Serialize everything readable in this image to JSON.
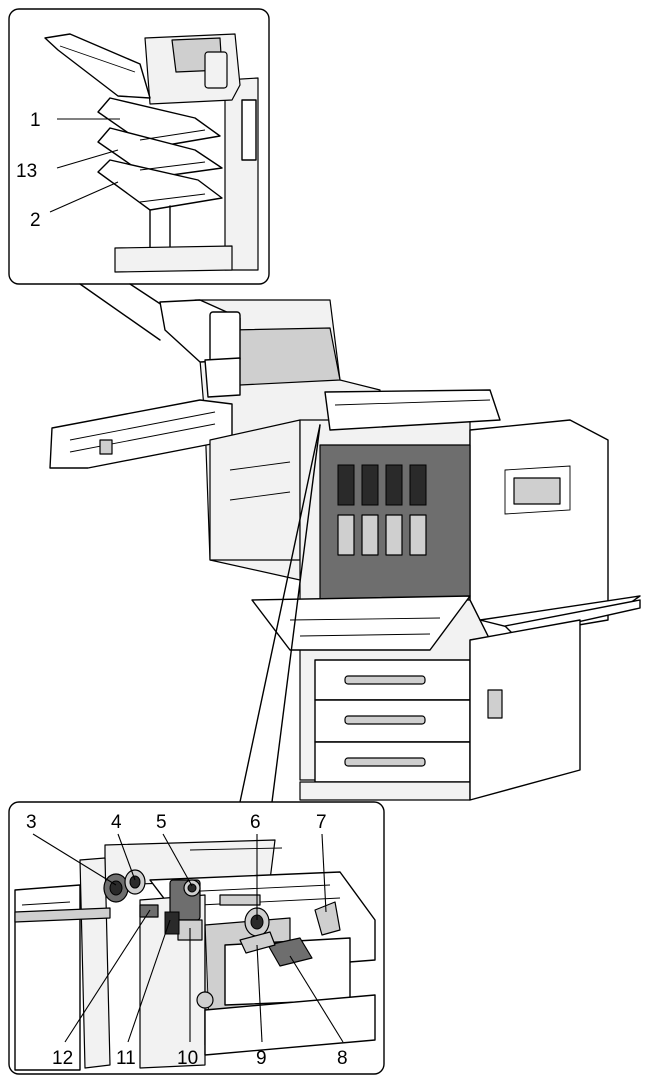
{
  "callouts_top": [
    {
      "id": "1",
      "text": "1"
    },
    {
      "id": "13",
      "text": "13"
    },
    {
      "id": "2",
      "text": "2"
    }
  ],
  "callouts_bottom_top_row": [
    {
      "id": "3",
      "text": "3"
    },
    {
      "id": "4",
      "text": "4"
    },
    {
      "id": "5",
      "text": "5"
    },
    {
      "id": "6",
      "text": "6"
    },
    {
      "id": "7",
      "text": "7"
    }
  ],
  "callouts_bottom_bottom_row": [
    {
      "id": "12",
      "text": "12"
    },
    {
      "id": "11",
      "text": "11"
    },
    {
      "id": "10",
      "text": "10"
    },
    {
      "id": "9",
      "text": "9"
    },
    {
      "id": "8",
      "text": "8"
    }
  ]
}
